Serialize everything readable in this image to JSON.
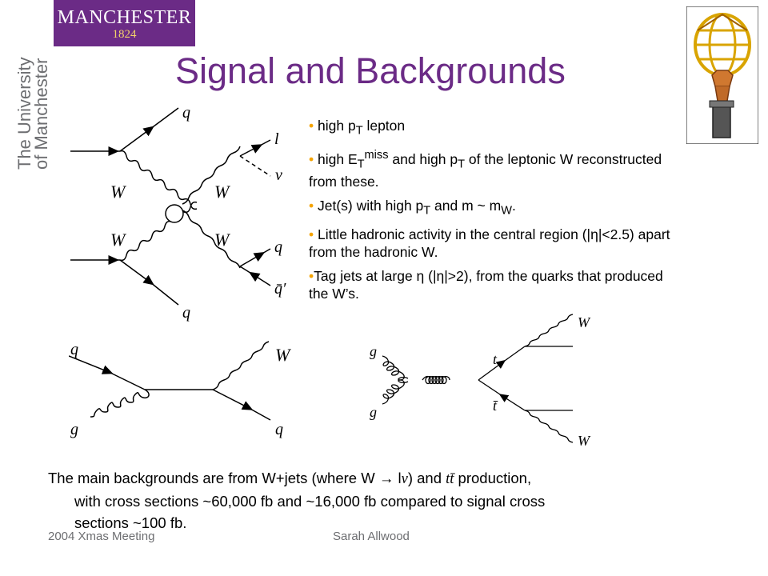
{
  "logo": {
    "name": "MANCHESTER",
    "year": "1824",
    "side_line1": "The University",
    "side_line2": "of Manchester"
  },
  "title": "Signal and Backgrounds",
  "bullets": [
    {
      "bullet": "•",
      "parts": [
        " high p",
        "T",
        " lepton"
      ]
    },
    {
      "bullet": "•",
      "parts": [
        " high E",
        "T",
        "miss",
        " and high p",
        "T",
        " of the leptonic W reconstructed from these."
      ]
    },
    {
      "bullet": "•",
      "parts": [
        " Jet(s) with high p",
        "T",
        " and  m ~ m",
        "W",
        "."
      ]
    },
    {
      "bullet": "•",
      "text": " Little hadronic activity in the central region (|η|<2.5) apart from the hadronic W."
    },
    {
      "bullet": "•",
      "text": "Tag jets at large η (|η|>2), from the quarks that produced the W’s."
    }
  ],
  "diagram1": {
    "labels": [
      "q",
      "l",
      "ν",
      "W",
      "W",
      "W",
      "W",
      "q",
      "q̄′",
      "q"
    ]
  },
  "diagram2": {
    "labels": [
      "q",
      "W",
      "g",
      "q"
    ]
  },
  "diagram3": {
    "labels": [
      "W",
      "g",
      "t",
      "g",
      "t̄",
      "W"
    ]
  },
  "bottom": {
    "line1_a": "The main backgrounds are from W+jets (where W ",
    "arrow": "→",
    "line1_b": " l",
    "nu": "ν",
    "line1_c": ") and ",
    "ttbar": "tt̄",
    "line1_d": " production,",
    "line2": "with cross sections ~60,000 fb and ~16,000 fb compared to signal cross",
    "line3": "sections ~100 fb."
  },
  "footer": {
    "left": "2004 Xmas Meeting",
    "right": "Sarah Allwood"
  }
}
